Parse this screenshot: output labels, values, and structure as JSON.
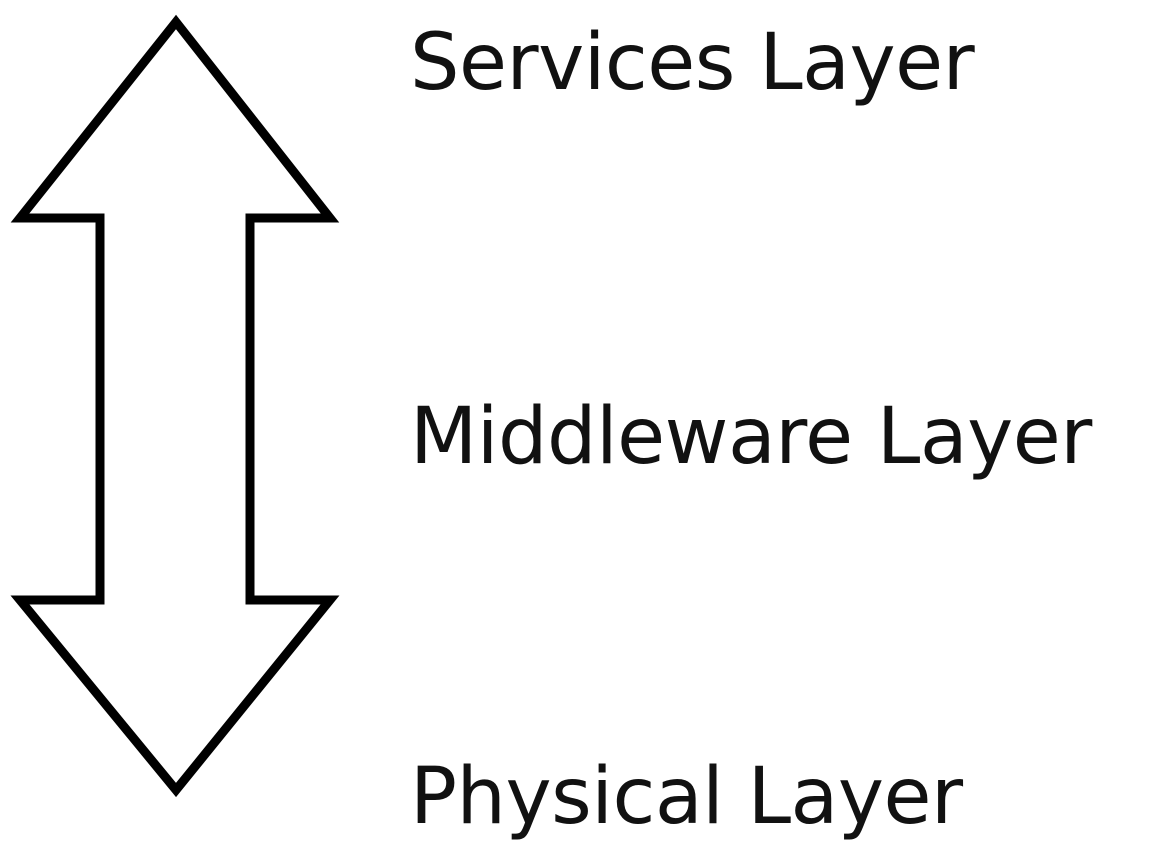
{
  "diagram": {
    "arrow_icon": "double-headed-vertical-arrow",
    "arrow_color": "#000000",
    "layers": [
      {
        "label": "Services Layer"
      },
      {
        "label": "Middleware Layer"
      },
      {
        "label": "Physical Layer"
      }
    ]
  }
}
